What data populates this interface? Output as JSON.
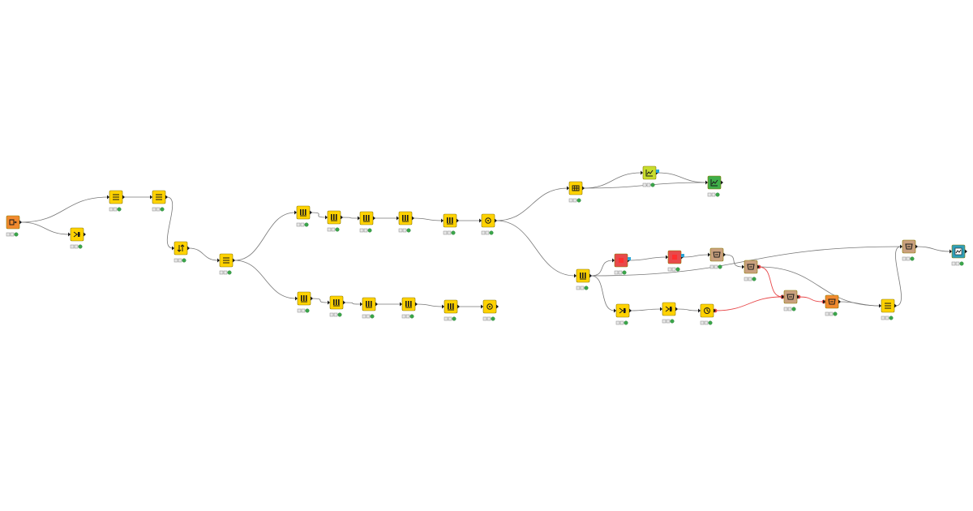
{
  "workflow": {
    "background": "#ffffff",
    "colors": {
      "manipulator": "#ffd200",
      "source": "#f18a2f",
      "reader": "#e8494b",
      "predictor": "#c9a07e",
      "view": "#c7dd2d",
      "view_dark": "#3fae49",
      "sink": "#2f9eb8"
    },
    "nodes": [
      {
        "id": "n1",
        "kind": "source",
        "icon": "table-source-icon"
      },
      {
        "id": "n2",
        "kind": "manipulator",
        "icon": "splitter-icon"
      },
      {
        "id": "n3",
        "kind": "manipulator",
        "icon": "row-filter-icon"
      },
      {
        "id": "n4",
        "kind": "manipulator",
        "icon": "rule-engine-icon"
      },
      {
        "id": "n5",
        "kind": "manipulator",
        "icon": "sorter-icon"
      },
      {
        "id": "n6",
        "kind": "manipulator",
        "icon": "column-filter-icon"
      },
      {
        "id": "n7",
        "kind": "manipulator",
        "icon": "groupby-icon"
      },
      {
        "id": "n8",
        "kind": "manipulator",
        "icon": "column-append-icon"
      },
      {
        "id": "n9",
        "kind": "manipulator",
        "icon": "column-append-icon"
      },
      {
        "id": "n10",
        "kind": "manipulator",
        "icon": "column-append-icon"
      },
      {
        "id": "n11",
        "kind": "manipulator",
        "icon": "column-resorter-icon"
      },
      {
        "id": "n12",
        "kind": "manipulator",
        "icon": "gear-icon"
      },
      {
        "id": "n13",
        "kind": "manipulator",
        "icon": "groupby-icon"
      },
      {
        "id": "n14",
        "kind": "manipulator",
        "icon": "column-append-icon"
      },
      {
        "id": "n15",
        "kind": "manipulator",
        "icon": "column-append-icon"
      },
      {
        "id": "n16",
        "kind": "manipulator",
        "icon": "column-append-icon"
      },
      {
        "id": "n17",
        "kind": "manipulator",
        "icon": "column-resorter-icon"
      },
      {
        "id": "n18",
        "kind": "manipulator",
        "icon": "gear-icon"
      },
      {
        "id": "n19",
        "kind": "manipulator",
        "icon": "table-grid-icon"
      },
      {
        "id": "n20",
        "kind": "view",
        "icon": "line-chart-icon"
      },
      {
        "id": "n21",
        "kind": "view_dark",
        "icon": "scatter-plot-icon"
      },
      {
        "id": "n22",
        "kind": "manipulator",
        "icon": "groupby-icon"
      },
      {
        "id": "n23",
        "kind": "reader",
        "icon": "learner-icon"
      },
      {
        "id": "n24",
        "kind": "reader",
        "icon": "learner-icon"
      },
      {
        "id": "n25",
        "kind": "predictor",
        "icon": "predictor-icon"
      },
      {
        "id": "n26",
        "kind": "predictor",
        "icon": "scorer-icon"
      },
      {
        "id": "n27",
        "kind": "predictor",
        "icon": "model-writer-icon"
      },
      {
        "id": "n28",
        "kind": "source",
        "icon": "model-reader-icon"
      },
      {
        "id": "n29",
        "kind": "manipulator",
        "icon": "joiner-icon"
      },
      {
        "id": "n30",
        "kind": "manipulator",
        "icon": "splitter-icon"
      },
      {
        "id": "n31",
        "kind": "manipulator",
        "icon": "timer-icon"
      },
      {
        "id": "n32",
        "kind": "predictor",
        "icon": "scorer-icon"
      },
      {
        "id": "n33",
        "kind": "manipulator",
        "icon": "string-manipulation-icon"
      },
      {
        "id": "n34",
        "kind": "sink",
        "icon": "report-icon"
      }
    ]
  }
}
